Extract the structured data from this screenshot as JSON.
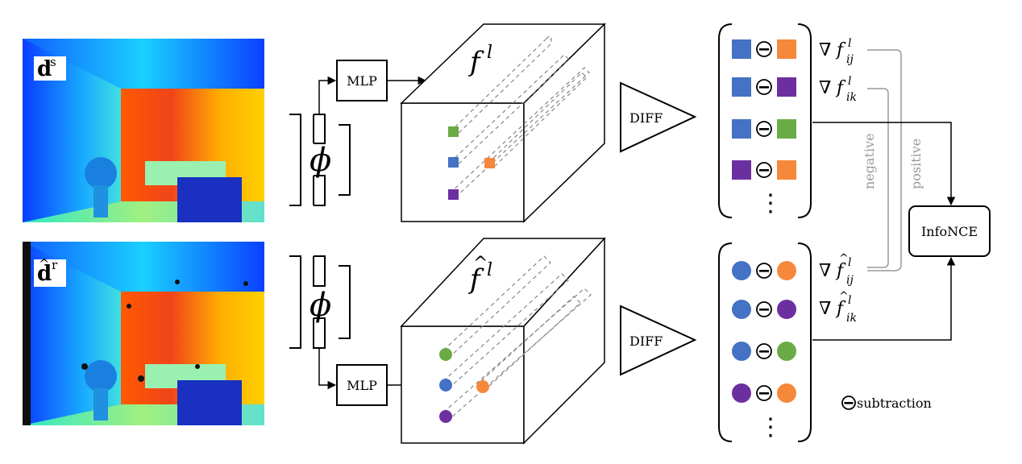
{
  "top": {
    "image_label_base": "d",
    "image_label_sup": "s",
    "encoder_symbol": "ϕ",
    "mlp_label": "MLP",
    "feature_base": "f",
    "feature_sup": "l",
    "diff_label": "DIFF",
    "grad_ij_sub": "ij",
    "grad_ik_sub": "ik",
    "grad_symbol": "∇",
    "grad_f": "f",
    "grad_sup": "l"
  },
  "bottom": {
    "image_label_base": "d",
    "image_label_hat": "^",
    "image_label_sup": "r",
    "encoder_symbol": "ϕ",
    "mlp_label": "MLP",
    "feature_base": "f",
    "feature_hat": "^",
    "feature_sup": "l",
    "diff_label": "DIFF",
    "grad_ij_sub": "ij",
    "grad_ik_sub": "ik"
  },
  "loss_label": "InfoNCE",
  "negative_label": "negative",
  "positive_label": "positive",
  "legend_subtraction": "subtraction",
  "minus_symbol": "−",
  "ellipsis": "⋮",
  "colors": {
    "blue": "#4472c4",
    "orange": "#f5883a",
    "purple": "#6c2fa0",
    "green": "#6aab45",
    "line_gray": "#999999"
  }
}
